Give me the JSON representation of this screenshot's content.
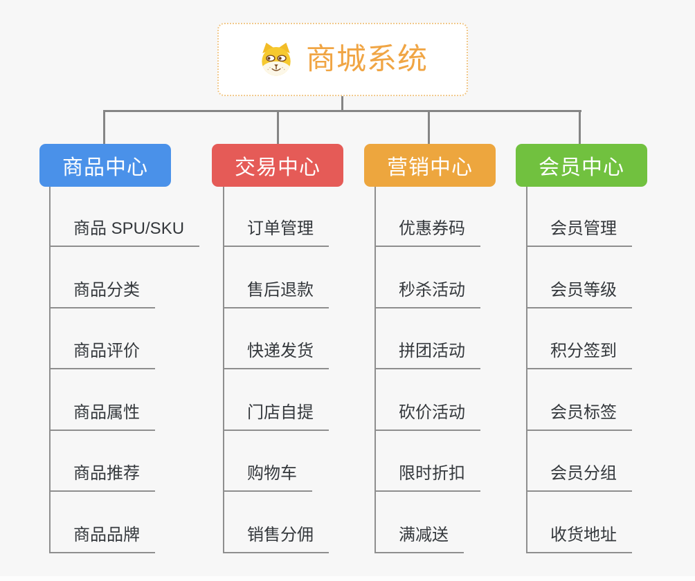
{
  "root": {
    "title": "商城系统",
    "icon": "dog-face-icon"
  },
  "branches": [
    {
      "label": "商品中心",
      "color": "#4A91E9",
      "items": [
        "商品 SPU/SKU",
        "商品分类",
        "商品评价",
        "商品属性",
        "商品推荐",
        "商品品牌"
      ]
    },
    {
      "label": "交易中心",
      "color": "#E55B57",
      "items": [
        "订单管理",
        "售后退款",
        "快递发货",
        "门店自提",
        "购物车",
        "销售分佣"
      ]
    },
    {
      "label": "营销中心",
      "color": "#EDA63E",
      "items": [
        "优惠券码",
        "秒杀活动",
        "拼团活动",
        "砍价活动",
        "限时折扣",
        "满减送"
      ]
    },
    {
      "label": "会员中心",
      "color": "#71C13F",
      "items": [
        "会员管理",
        "会员等级",
        "积分签到",
        "会员标签",
        "会员分组",
        "收货地址"
      ]
    }
  ],
  "colors": {
    "background": "#F7F7F7",
    "connector": "#858585",
    "underline": "#8E8E8E",
    "root_title": "#F0A544",
    "root_border": "#F1C88A"
  }
}
